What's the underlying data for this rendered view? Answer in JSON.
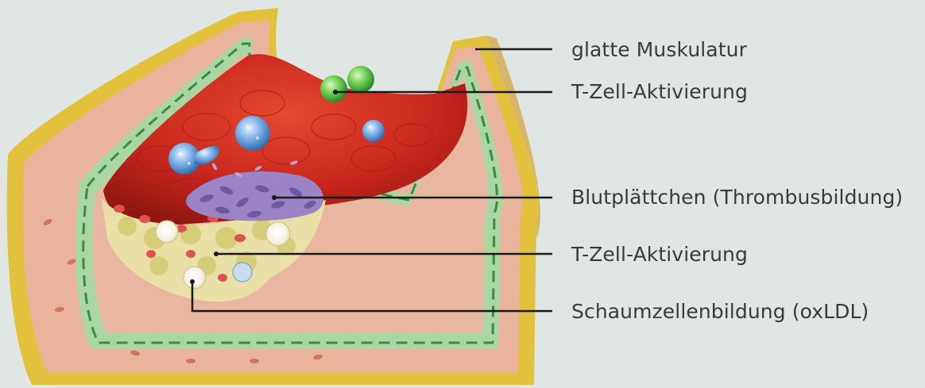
{
  "labels": [
    {
      "text": "glatte Muskulatur"
    },
    {
      "text": "T-Zell-Aktivierung"
    },
    {
      "text": "Blutplättchen (Thrombusbildung)"
    },
    {
      "text": "T-Zell-Aktivierung"
    },
    {
      "text": "Schaumzellenbildung (oxLDL)"
    }
  ],
  "colors": {
    "background": "#dfe6e3",
    "adventitia": "#e2c23c",
    "media": "#eab39b",
    "elastic_lamina": "#a9d6a2",
    "lumen": "#c8261c",
    "platelets": "#7d64a8",
    "t_cells": "#4fb845",
    "plaque": "#e9e0a8",
    "leader_lines": "#1a1a1a",
    "text": "#3a3a3a"
  }
}
